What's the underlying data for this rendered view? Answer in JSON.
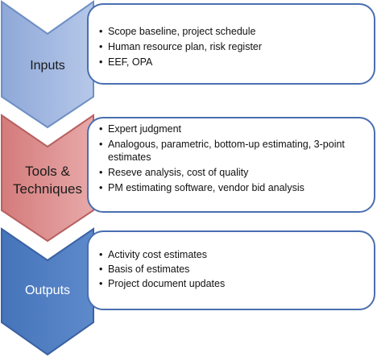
{
  "stages": [
    {
      "label": "Inputs",
      "items": [
        "Scope baseline, project schedule",
        "Human resource plan, risk register",
        "EEF, OPA"
      ],
      "color": "#9cb4de"
    },
    {
      "label_lines": [
        "Tools &",
        "Techniques"
      ],
      "items": [
        "Expert judgment",
        "Analogous, parametric, bottom-up estimating, 3-point estimates",
        "Reseve analysis, cost of quality",
        "PM estimating software, vendor bid analysis"
      ],
      "color": "#d98585"
    },
    {
      "label": "Outputs",
      "items": [
        "Activity cost estimates",
        "Basis of estimates",
        "Project document updates"
      ],
      "color": "#4f7fc2"
    }
  ],
  "colors": {
    "panel_border": "#4a6fb0"
  }
}
